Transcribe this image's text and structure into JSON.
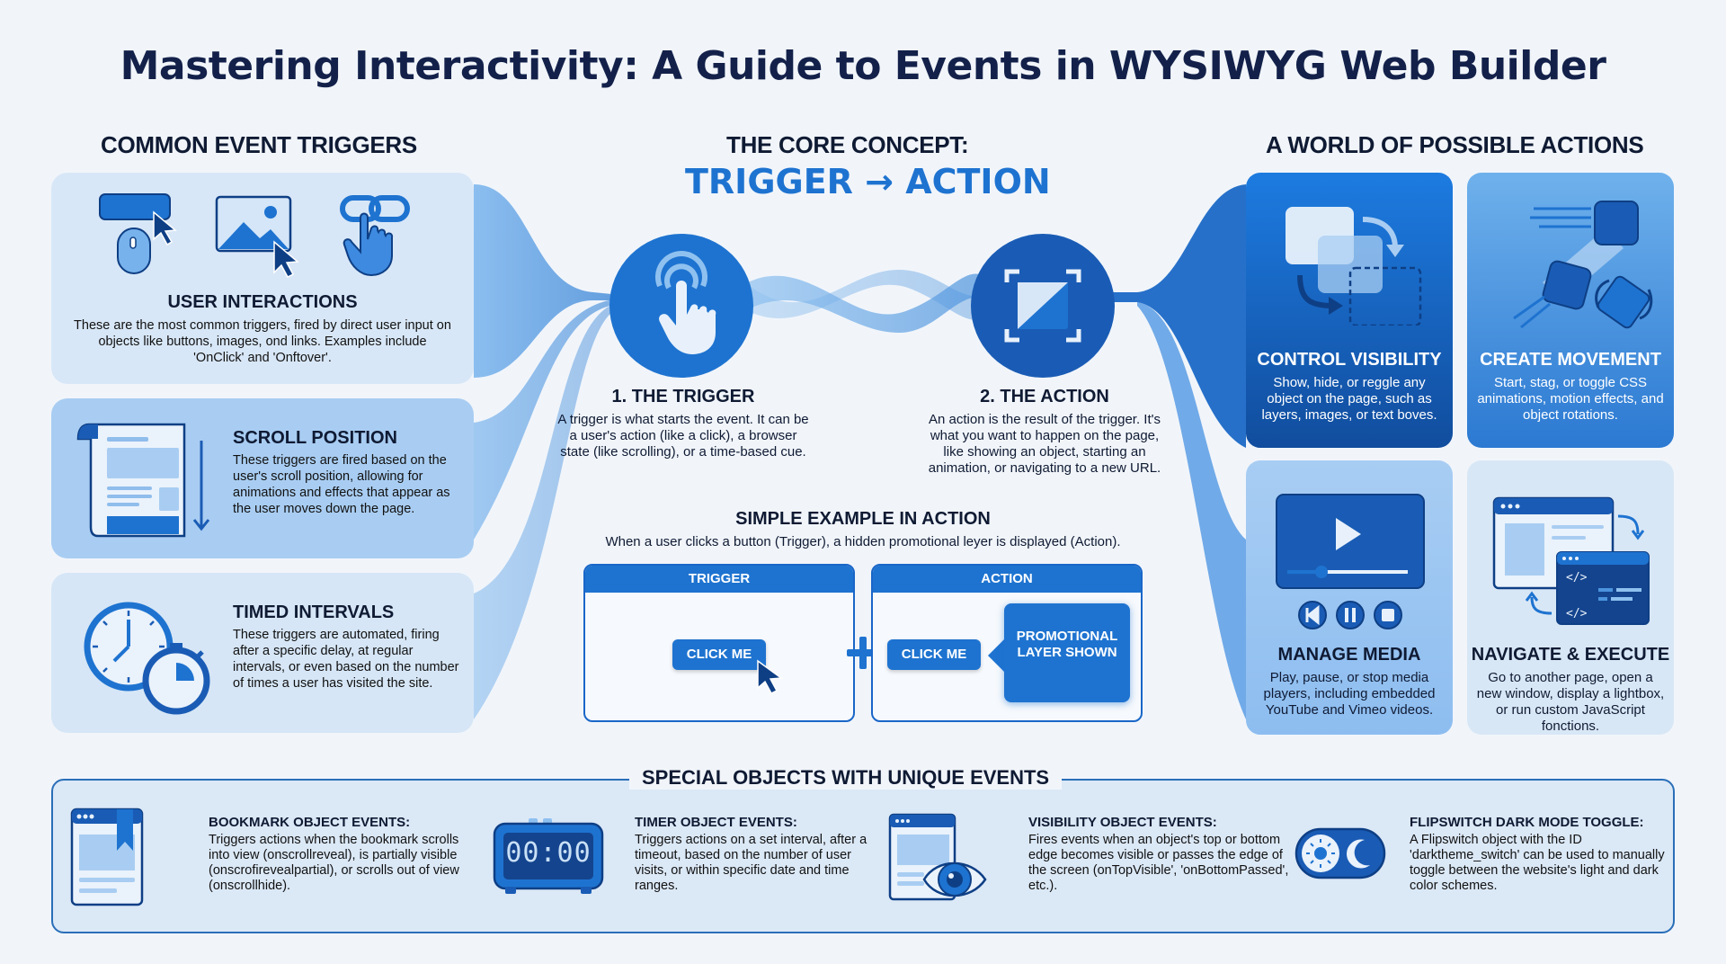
{
  "title": "Mastering Interactivity: A Guide to Events in WYSIWYG Web Builder",
  "triggers": {
    "heading": "COMMON EVENT TRIGGERS",
    "cards": [
      {
        "heading": "USER INTERACTIONS",
        "text": "These are the most common triggers, fired by direct user input on objects like buttons, images, ond links. Examples include 'OnClick' and 'Onftover'.",
        "icons": [
          "button-mouse-cursor-icon",
          "image-cursor-icon",
          "link-hand-icon"
        ]
      },
      {
        "heading": "SCROLL POSITION",
        "text": "These triggers are fired based on the user's scroll position, allowing for animations and effects that appear as the user moves down the page.",
        "icons": [
          "scroll-page-icon"
        ]
      },
      {
        "heading": "TIMED INTERVALS",
        "text": "These triggers are automated, firing after a specific delay, at regular intervals, or even based on the number of times a user has visited the site.",
        "icons": [
          "clock-stopwatch-icon"
        ]
      }
    ]
  },
  "core": {
    "heading": "THE CORE CONCEPT:",
    "subheading": "TRIGGER → ACTION",
    "steps": [
      {
        "heading": "1. THE TRIGGER",
        "text": "A trigger is what starts the event. It can be a user's action (like a click), a browser state (like scrolling), or a time-based cue."
      },
      {
        "heading": "2. THE ACTION",
        "text": "An action is the result of the trigger. It's what you want to happen on the page, like showing an object, starting an animation, or navigating to a new URL."
      }
    ],
    "example": {
      "heading": "SIMPLE EXAMPLE IN ACTION",
      "text": "When a user clicks a button (Trigger), a hidden promotional leyer is displayed (Action).",
      "trigger_label": "TRIGGER",
      "action_label": "ACTION",
      "button_label": "CLICK ME",
      "promo_label": "PROMOTIONAL LAYER SHOWN"
    }
  },
  "actions": {
    "heading": "A WORLD OF POSSIBLE ACTIONS",
    "cards": [
      {
        "heading": "CONTROL VISIBILITY",
        "text": "Show, hide, or reggle any object on the page, such as layers, images, or text boves."
      },
      {
        "heading": "CREATE MOVEMENT",
        "text": "Start, stag, or toggle CSS animations, motion effects, and object rotations."
      },
      {
        "heading": "MANAGE MEDIA",
        "text": "Play, pause, or stop media players, including embedded YouTube and Vimeo videos."
      },
      {
        "heading": "NAVIGATE & EXECUTE",
        "text": "Go to another page, open a new window, display a lightbox, or run custom JavaScript fonctions."
      }
    ]
  },
  "special": {
    "heading": "SPECIAL OBJECTS WITH UNIQUE EVENTS",
    "items": [
      {
        "heading": "BOOKMARK OBJECT EVENTS:",
        "text": "Triggers actions when the bookmark scrolls into view (onscrollreveal), is partially visible (onscrofirevealpartial), or scrolls out of view (onscrollhide)."
      },
      {
        "heading": "TIMER OBJECT EVENTS:",
        "text": "Triggers actions on a set interval, after a timeout, based on the number of user visits, or within specific date and time ranges.",
        "display": "00:00"
      },
      {
        "heading": "VISIBILITY OBJECT EVENTS:",
        "text": "Fires events when an object's top or bottom edge becomes visible or passes the edge of the screen (onTopVisible', 'onBottomPassed', etc.)."
      },
      {
        "heading": "FLIPSWITCH DARK MODE TOGGLE:",
        "text": "A Flipswitch object with the ID 'darktheme_switch' can be used to manually toggle between the website's light and dark color schemes."
      }
    ]
  },
  "colors": {
    "primary": "#1e73d0",
    "dark": "#114d9e",
    "light": "#d8e7f7",
    "text": "#0f1a33"
  }
}
